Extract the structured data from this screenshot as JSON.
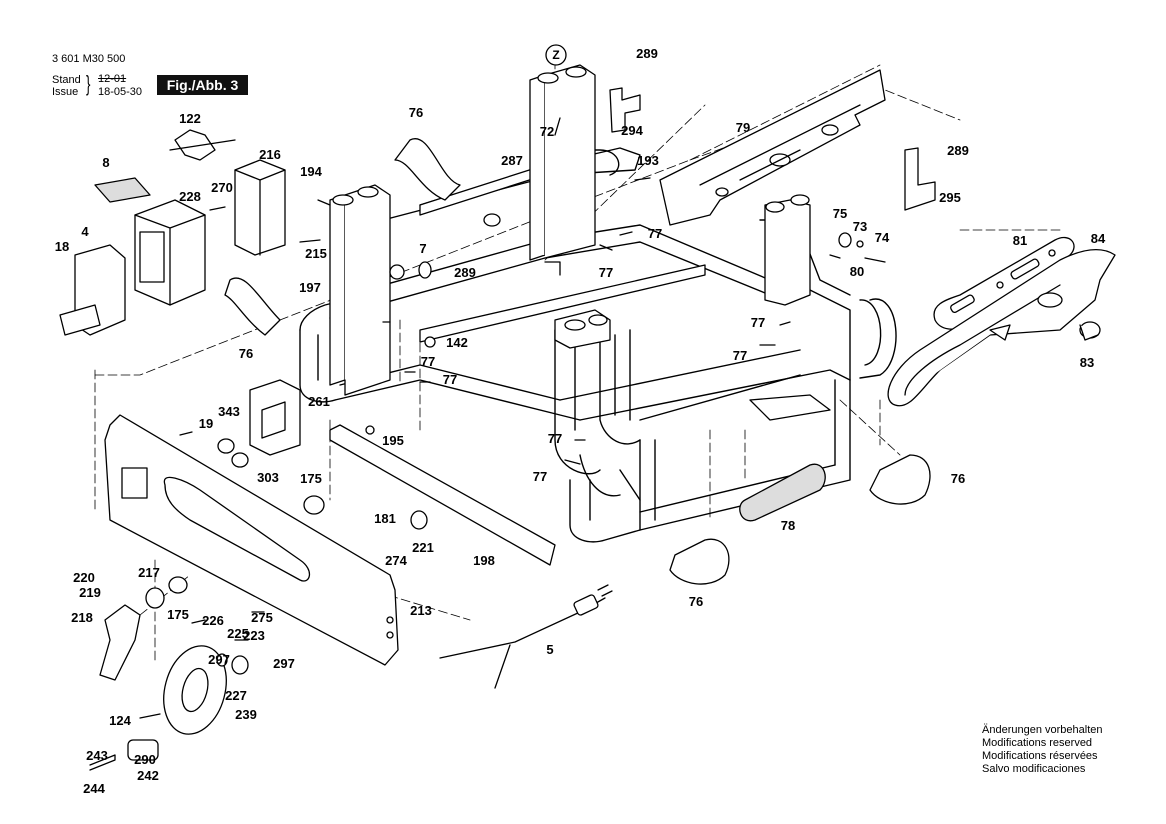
{
  "header": {
    "part_number": "3 601 M30 500",
    "stand_label": "Stand",
    "issue_label": "Issue",
    "brace": "}",
    "stand_value": "12-01",
    "issue_value": "18-05-30",
    "figure": "Fig./Abb. 3"
  },
  "callout_letter": "Z",
  "callouts": [
    "289",
    "72",
    "294",
    "79",
    "289",
    "295",
    "76",
    "287",
    "193",
    "122",
    "216",
    "270",
    "228",
    "194",
    "8",
    "18",
    "4",
    "215",
    "197",
    "7",
    "289",
    "77",
    "77",
    "75",
    "73",
    "74",
    "80",
    "81",
    "84",
    "83",
    "76",
    "142",
    "77",
    "77",
    "77",
    "77",
    "343",
    "261",
    "19",
    "195",
    "303",
    "175",
    "77",
    "77",
    "76",
    "78",
    "181",
    "221",
    "274",
    "198",
    "213",
    "76",
    "5",
    "220",
    "219",
    "217",
    "218",
    "175",
    "226",
    "225",
    "275",
    "223",
    "297",
    "297",
    "227",
    "124",
    "239",
    "243",
    "290",
    "244",
    "242"
  ],
  "notes": [
    "Änderungen vorbehalten",
    "Modifications reserved",
    "Modifications réservées",
    "Salvo modificaciones"
  ],
  "colors": {
    "ink": "#000000",
    "badge_bg": "#111111",
    "badge_text": "#ffffff",
    "part_fill": "#ffffff",
    "shade": "#b8b8b8"
  }
}
